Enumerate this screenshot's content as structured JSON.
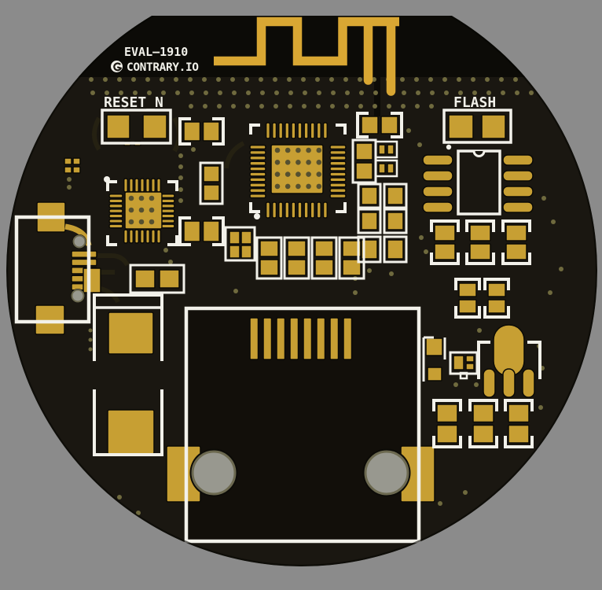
{
  "silkscreen": {
    "title": "EVAL—1910",
    "brand": "CONTRARY.IO",
    "reset_label": "RESET_N",
    "flash_label": "FLASH"
  },
  "colors": {
    "background": "#8b8b8b",
    "board": "#1a1711",
    "antenna_keepout": "#0c0b07",
    "module_interior": "#120f0a",
    "gold": "#c79f33",
    "antenna_gold": "#d9a733",
    "silkscreen": "#f2f1ea",
    "via": "#6f6a3e",
    "thermal_via": "#555030",
    "drill": "#98988f",
    "drill_ring": "#6c6950",
    "trace": "#252112",
    "pad_outline": "#0b0a06"
  }
}
